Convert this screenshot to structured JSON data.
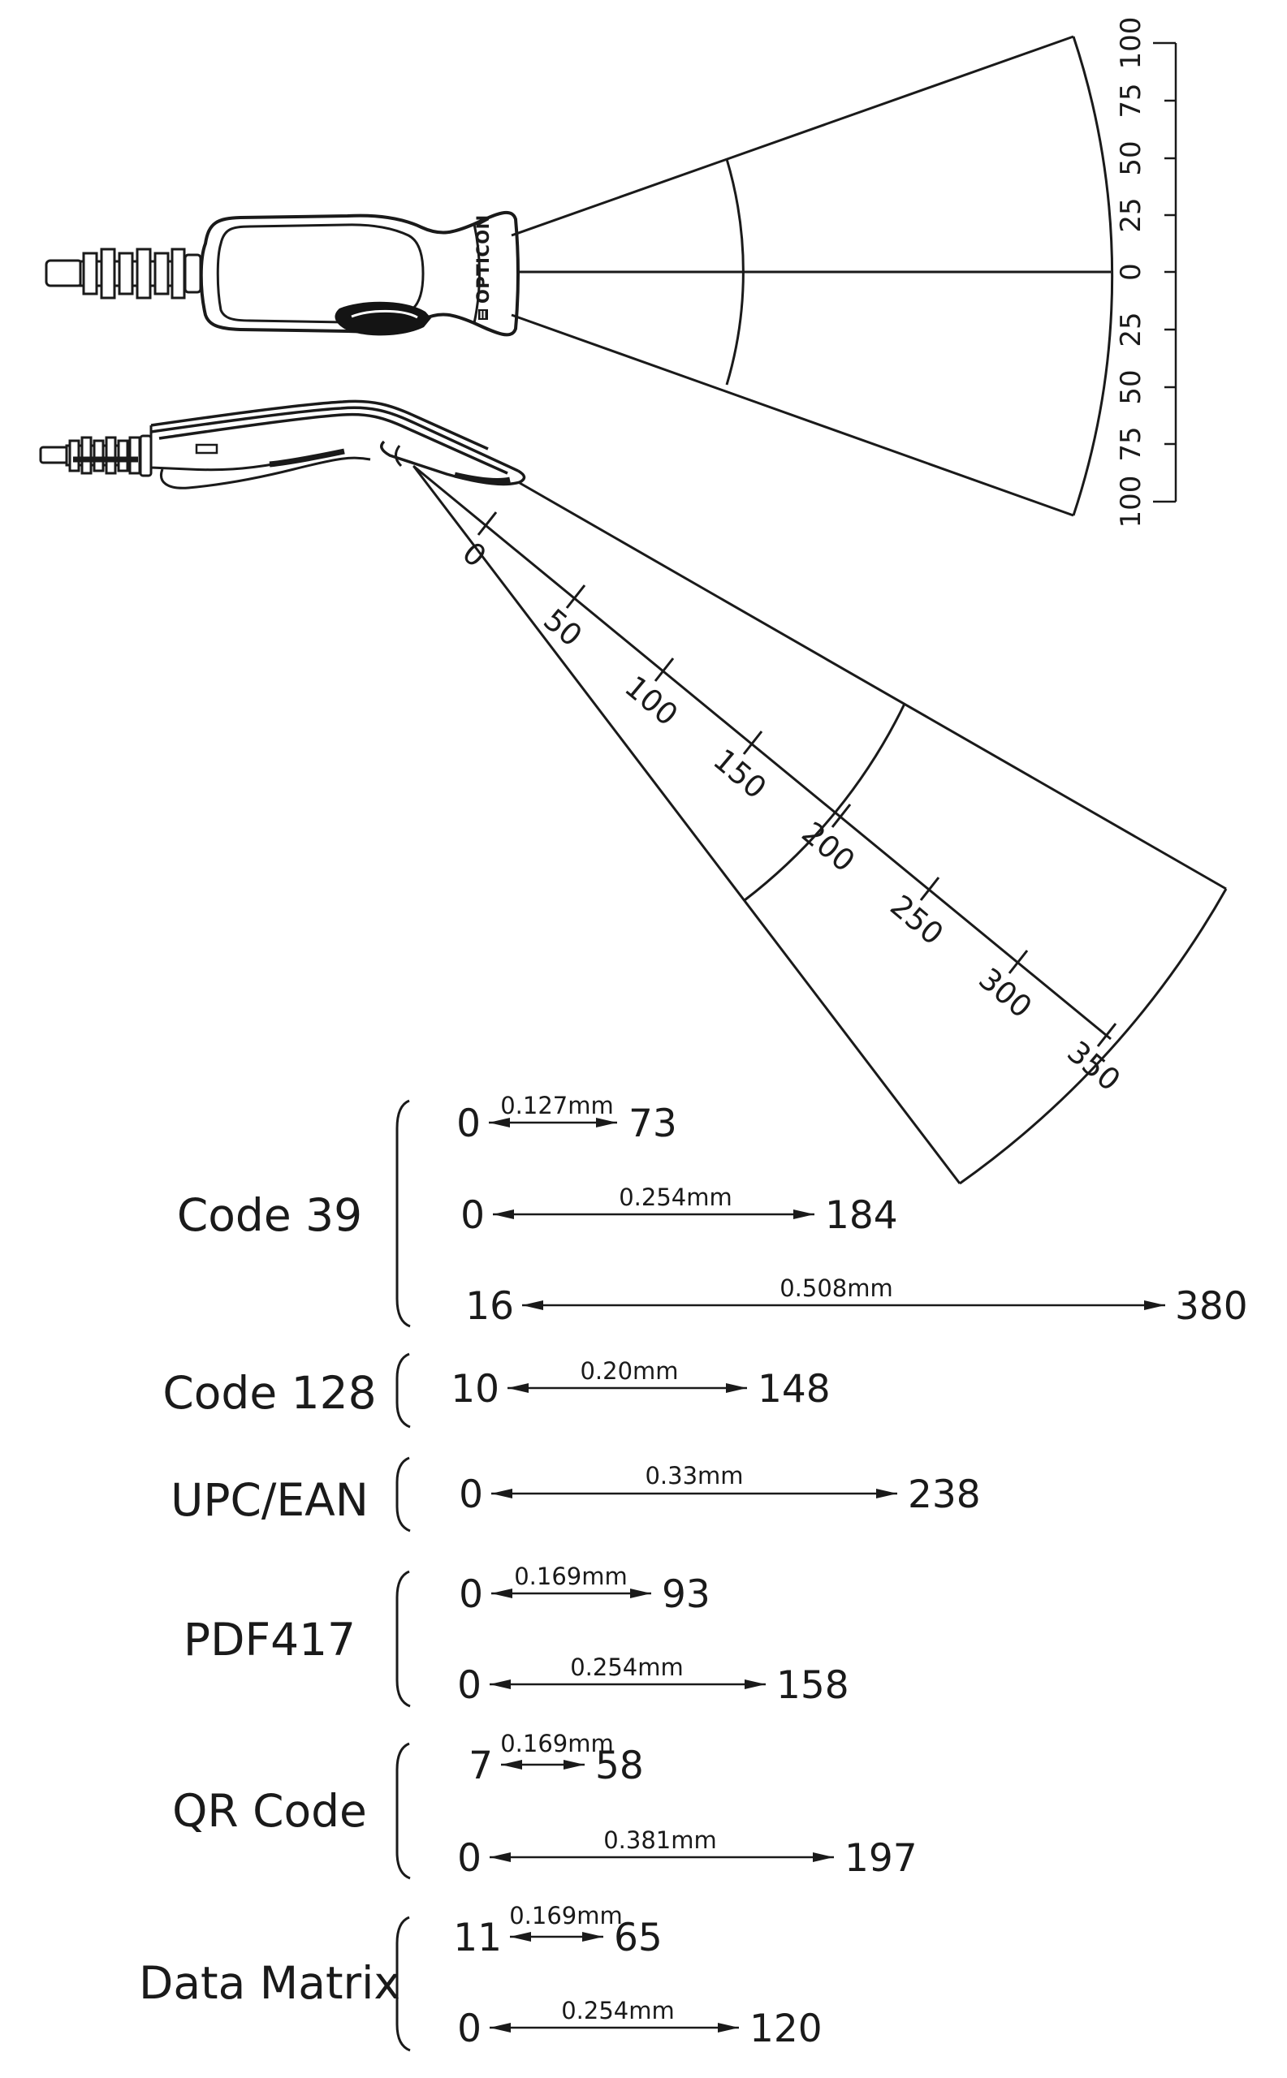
{
  "top_view": {
    "logo": "OPTICON",
    "ruler": {
      "labels": [
        "100",
        "75",
        "50",
        "25",
        "0",
        "25",
        "50",
        "75",
        "100"
      ]
    }
  },
  "side_view": {
    "ticks": [
      "0",
      "50",
      "100",
      "150",
      "200",
      "250",
      "300",
      "350"
    ]
  },
  "chart": {
    "groups": [
      {
        "label": "Code 39",
        "rows": [
          {
            "min": "0",
            "resolution": "0.127mm",
            "max": "73"
          },
          {
            "min": "0",
            "resolution": "0.254mm",
            "max": "184"
          },
          {
            "min": "16",
            "resolution": "0.508mm",
            "max": "380"
          }
        ]
      },
      {
        "label": "Code 128",
        "rows": [
          {
            "min": "10",
            "resolution": "0.20mm",
            "max": "148"
          }
        ]
      },
      {
        "label": "UPC/EAN",
        "rows": [
          {
            "min": "0",
            "resolution": "0.33mm",
            "max": "238"
          }
        ]
      },
      {
        "label": "PDF417",
        "rows": [
          {
            "min": "0",
            "resolution": "0.169mm",
            "max": "93"
          },
          {
            "min": "0",
            "resolution": "0.254mm",
            "max": "158"
          }
        ]
      },
      {
        "label": "QR Code",
        "rows": [
          {
            "min": "7",
            "resolution": "0.169mm",
            "max": "58"
          },
          {
            "min": "0",
            "resolution": "0.381mm",
            "max": "197"
          }
        ]
      },
      {
        "label": "Data Matrix",
        "rows": [
          {
            "min": "11",
            "resolution": "0.169mm",
            "max": "65"
          },
          {
            "min": "0",
            "resolution": "0.254mm",
            "max": "120"
          }
        ]
      }
    ]
  }
}
